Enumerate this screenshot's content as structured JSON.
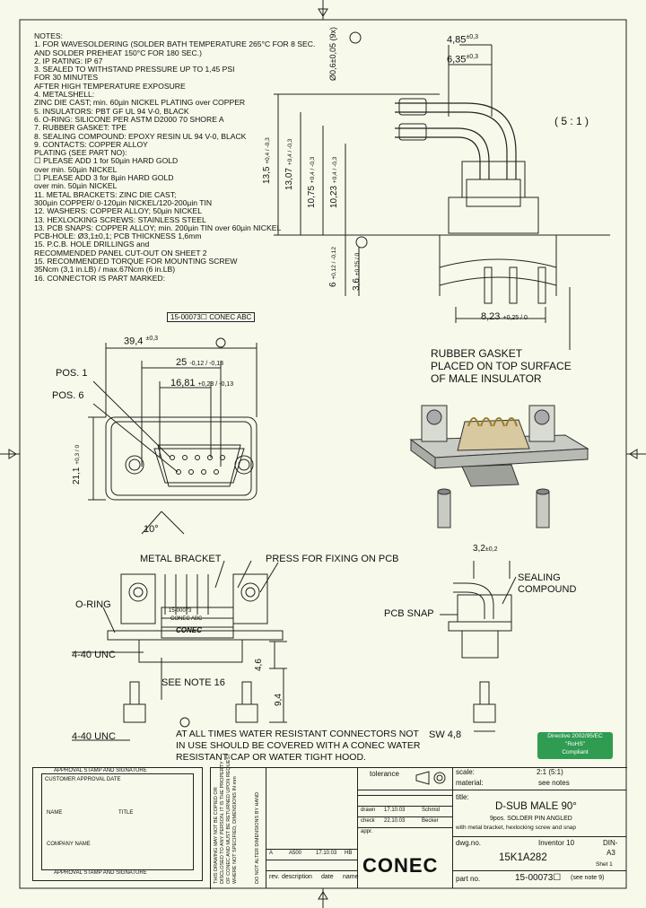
{
  "notes": {
    "heading": "NOTES:",
    "lines": [
      "1. FOR WAVESOLDERING (SOLDER BATH TEMPERATURE 265°C FOR 8 SEC.",
      "    AND SOLDER PREHEAT 150°C FOR 180 SEC.)",
      "2. IP RATING: IP 67",
      "3. SEALED TO WITHSTAND PRESSURE UP TO 1,45 PSI",
      "    FOR 30 MINUTES",
      "    AFTER HIGH TEMPERATURE EXPOSURE",
      "4. METALSHELL:",
      "    ZINC DIE CAST; min. 60µin NICKEL PLATING over COPPER",
      "5. INSULATORS: PBT GF UL 94 V-0, BLACK",
      "6. O-RING: SILICONE PER ASTM D2000  70 SHORE A",
      "7. RUBBER GASKET: TPE",
      "8. SEALING COMPOUND: EPOXY RESIN UL 94 V-0, BLACK",
      "9. CONTACTS: COPPER ALLOY",
      "    PLATING (SEE PART NO):",
      "    ☐  PLEASE ADD 1 for 50µin HARD GOLD",
      "          over min. 50µin NICKEL",
      "    ☐  PLEASE ADD 3 for 8µin HARD GOLD",
      "          over min. 50µin NICKEL",
      "11. METAL BRACKETS: ZINC DIE CAST;",
      "     300µin COPPER/ 0-120µin NICKEL/120-200µin TIN",
      "12. WASHERS: COPPER ALLOY; 50µin NICKEL",
      "13. HEXLOCKING SCREWS: STAINLESS STEEL",
      "13. PCB SNAPS: COPPER ALLOY; min. 200µin TIN over 60µin NICKEL",
      "     PCB-HOLE: Ø3,1±0,1; PCB THICKNESS 1,6mm",
      "15. P.C.B. HOLE DRILLINGS and",
      "     RECOMMENDED PANEL CUT-OUT  ON SHEET 2",
      "15. RECOMMENDED TORQUE FOR MOUNTING SCREW",
      "     35Ncm (3,1 in.LB) / max.67Ncm (6 in.LB)",
      "16. CONNECTOR IS PART MARKED:",
      "15-00073☐   CONEC  ABC"
    ]
  },
  "side_view": {
    "dim_4_85": "4,85",
    "tol_0_3a": "±0,3",
    "dim_6_35": "6,35",
    "tol_0_3b": "±0,3",
    "pin_dia": "Ø0,6±0,05 (9x)",
    "scale": "( 5 : 1 )",
    "h1": "13,5",
    "h1_tol": "+0,4 / -0,3",
    "h2": "13,07",
    "h2_tol": "+0,4 / -0,3",
    "h3": "10,75",
    "h3_tol": "+0,4 / -0,3",
    "h4": "10,23",
    "h4_tol": "+0,4 / -0,3",
    "h5": "6",
    "h5_tol": "+0,12 / -0,12",
    "h6": "3,6",
    "h6_tol": "+0,25 / 0",
    "dim_8_23": "8,23",
    "tol_8_23": "+0,25 / 0"
  },
  "front_view": {
    "dim_39_4": "39,4",
    "tol_39_4": "±0,3",
    "dim_25": "25",
    "tol_25": "-0,12 / -0,13",
    "dim_16_81": "16,81",
    "tol_16_81": "+0,23 / -0,13",
    "pos1": "POS. 1",
    "pos6": "POS. 6",
    "height": "21,1",
    "height_tol": "+0,3 / 0",
    "angle": "10°"
  },
  "iso_view": {
    "gasket_line1": "RUBBER GASKET",
    "gasket_line2": "PLACED ON TOP SURFACE",
    "gasket_line3": "OF MALE INSULATOR"
  },
  "bottom_views": {
    "metal_bracket": "METAL BRACKET",
    "press": "PRESS  FOR FIXING ON PCB",
    "o_ring": "O-RING",
    "unc1": "4-40 UNC",
    "unc2": "4-40 UNC",
    "see_note": "SEE NOTE 16",
    "marking1": "15-00073",
    "marking2": "CONEC ABC",
    "marking3": "CONEC",
    "dim_4_6": "4,6",
    "dim_9_4": "9,4",
    "dim_3_2": "3,2",
    "tol_3_2": "±0,2",
    "sealing1": "SEALING",
    "sealing2": "COMPOUND",
    "pcb_snap": "PCB SNAP",
    "sw": "SW 4,8"
  },
  "warning": {
    "line1": "AT ALL TIMES WATER RESISTANT CONNECTORS NOT",
    "line2": "IN USE SHOULD BE COVERED WITH A CONEC WATER",
    "line3": "RESISTANT CAP OR WATER TIGHT HOOD."
  },
  "rohs": {
    "line1": "Directive 2002/95/EC",
    "line2": "\"RoHS\"",
    "line3": "Compliant"
  },
  "title_block": {
    "approval_header": "APPROVAL STAMP AND SIGNATURE",
    "customer_approval": "CUSTOMER APPROVAL DATE",
    "name": "NAME",
    "title": "TITLE",
    "company": "COMPANY NAME",
    "approval_footer": "APPROVAL STAMP AND SIGNATURE",
    "tolerance": "tolerance",
    "scale_label": "scale:",
    "scale_value": "2:1 (5:1)",
    "material_label": "material:",
    "material_value": "see notes",
    "title_label": "title:",
    "product_title": "D-SUB MALE 90°",
    "product_sub1": "9pos. SOLDER PIN ANGLED",
    "product_sub2": "with metal bracket, hexlocking screw and snap",
    "dwg_label": "dwg.no.",
    "inventor": "Inventor 10",
    "din": "DIN-",
    "a3": "A3",
    "part_code": "15K1A282",
    "sheet": "Shet 1",
    "part_label": "part no.",
    "part_value": "15-00073☐",
    "part_note": "(see note 9)",
    "drawn": "drawn",
    "checked": "check",
    "appr": "appr.",
    "date1": "17.10.03",
    "name1": "Schmid",
    "date2": "22.10.03",
    "name2": "Becker",
    "rev_row1": "A",
    "rev_desc1": "A500",
    "rev_date1": "17.10.03",
    "rev_name1": "HB",
    "rev": "rev.",
    "desc": "description",
    "date_hdr": "date",
    "name_hdr": "name",
    "brand": "CONEC",
    "disclaimer1": "THIS DRAWING MAY NOT BE COPIED OR",
    "disclaimer2": "DISCLOSED TO ANY PERSON. IT IS THE PROPERTY",
    "disclaimer3": "OF CONEC AND MUST BE RETURNED UPON REQUEST",
    "disclaimer4": "WHERE NOT SPECIFIED, DIMENSIONS IN mm",
    "dont_alter": "DO NOT ALTER DIMENSIONS BY HAND"
  }
}
